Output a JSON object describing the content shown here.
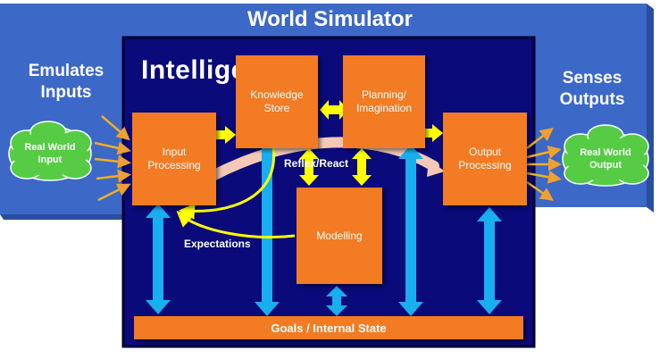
{
  "title": "World Simulator",
  "left_label": [
    "Emulates",
    "Inputs"
  ],
  "right_label": [
    "Senses",
    "Outputs"
  ],
  "intelligence_label": "Intelligence",
  "boxes": {
    "input_processing": [
      "Input",
      "Processing"
    ],
    "knowledge_store": [
      "Knowledge",
      "Store"
    ],
    "planning": [
      "Planning/",
      "Imagination"
    ],
    "output_processing": [
      "Output",
      "Processing"
    ],
    "modelling": "Modelling"
  },
  "clouds": {
    "real_world_input": [
      "Real World",
      "Input"
    ],
    "real_world_output": [
      "Real World",
      "Output"
    ]
  },
  "labels": {
    "expectations": "Expectations",
    "reflex": "Reflex/React",
    "goals": "Goals / Internal State"
  },
  "colors": {
    "outer_blue": "#3c68c8",
    "inner_navy": "#0a0a7a",
    "orange": "#f27b23",
    "arrow_yellow": "#ffff00",
    "arrow_cyan": "#19aef0",
    "cloud_green": "#55cc44"
  }
}
